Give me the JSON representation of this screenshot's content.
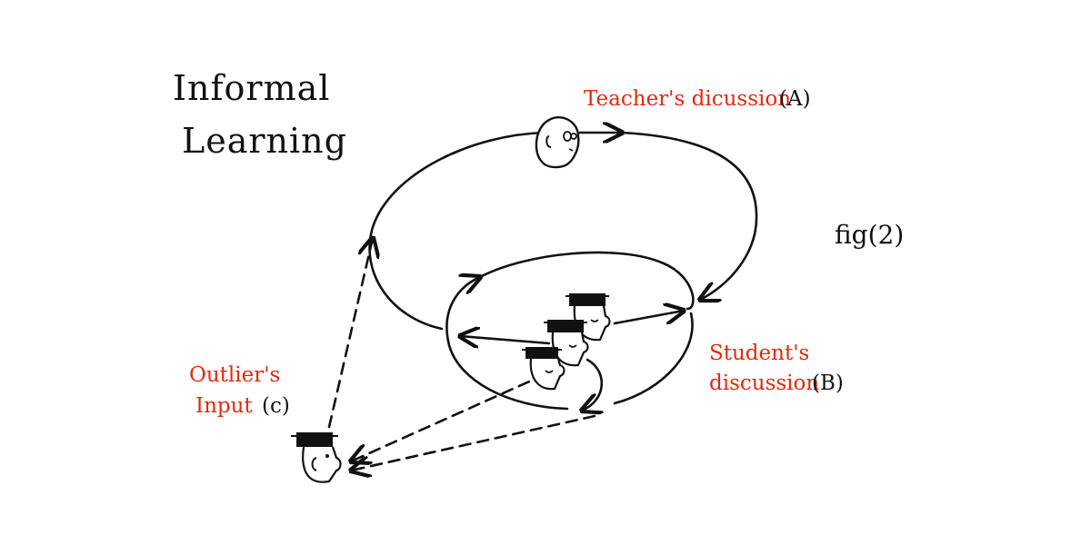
{
  "title": {
    "line1": "Informal",
    "line2": "Learning"
  },
  "figure_label": "fig(2)",
  "labels": {
    "teacher": {
      "text": "Teacher's dicussion",
      "tag": "(A)"
    },
    "student": {
      "line1": "Student's",
      "line2": "discussion",
      "tag": "(B)"
    },
    "outlier": {
      "line1": "Outlier's",
      "line2": "Input",
      "tag": "(c)"
    }
  },
  "colors": {
    "ink": "#111111",
    "accent": "#e5280e"
  }
}
